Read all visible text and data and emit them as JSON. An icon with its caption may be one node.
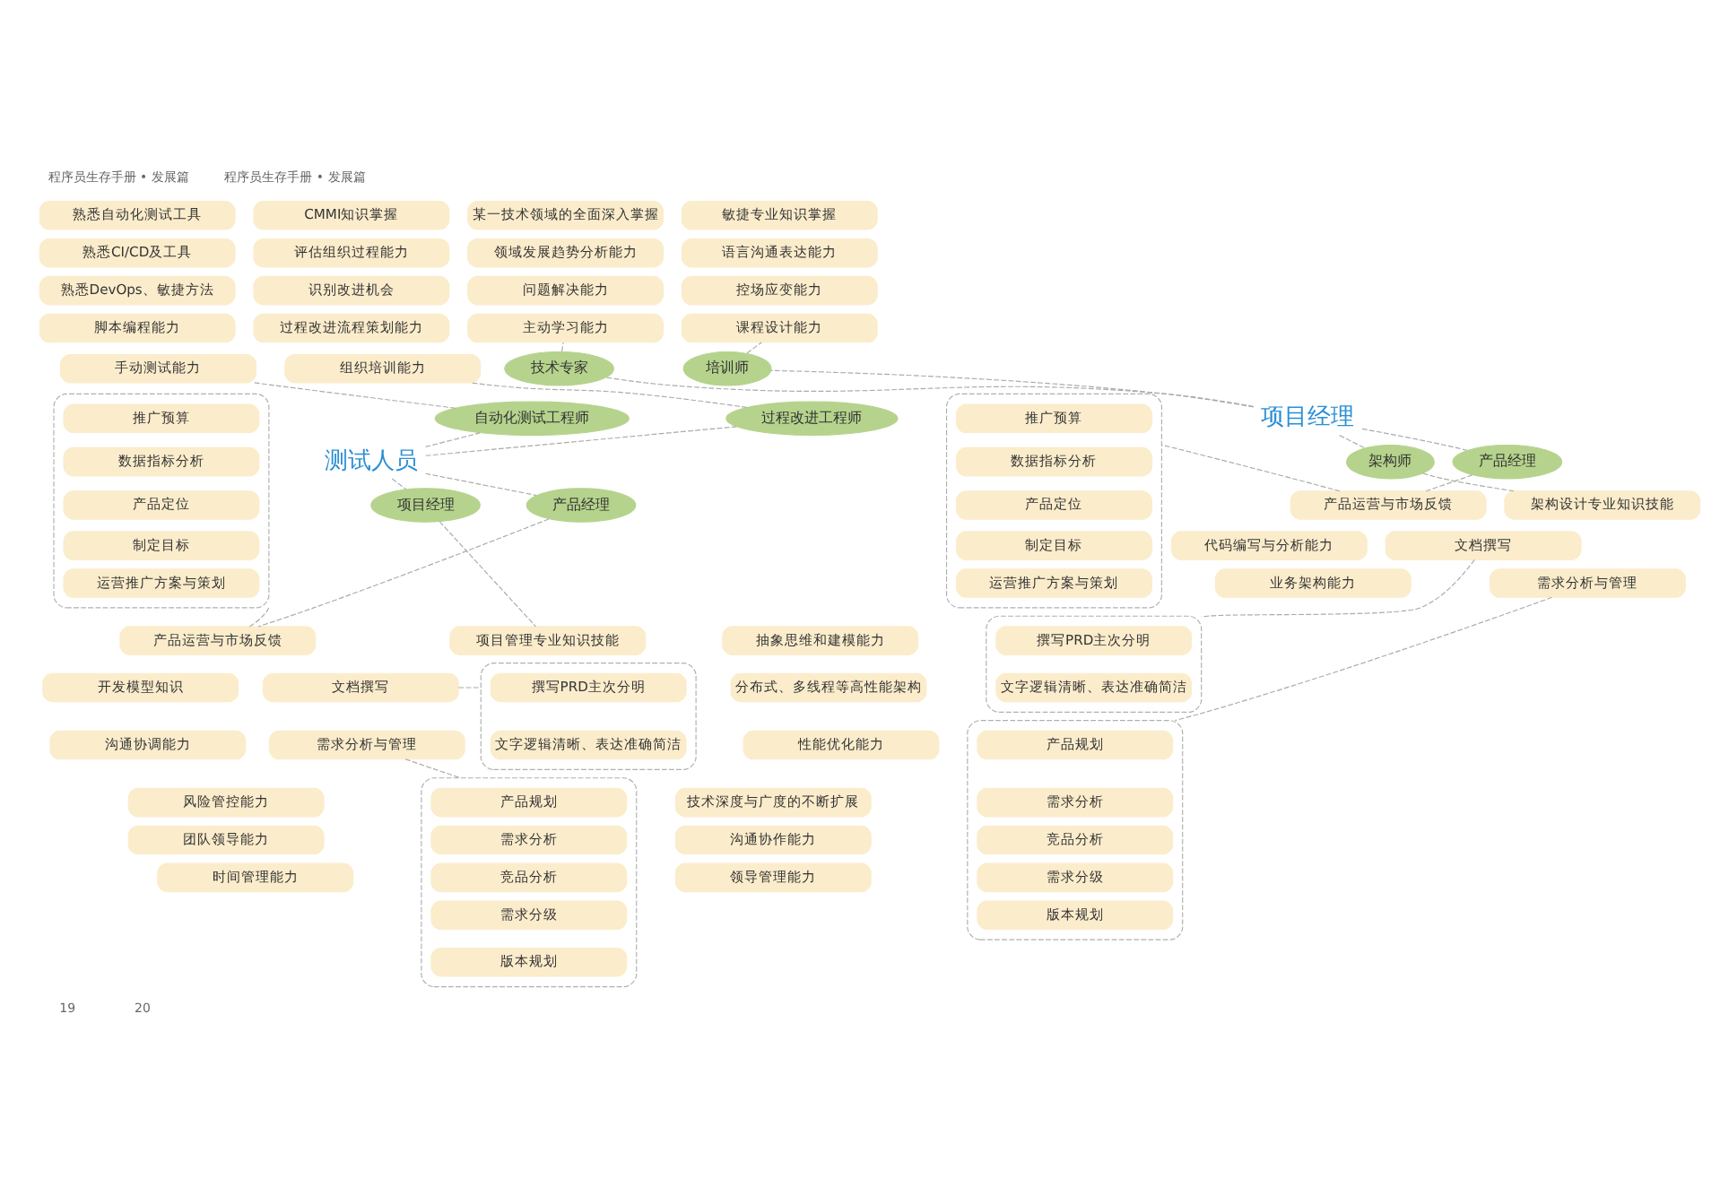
{
  "diagram": {
    "nodes": [
      {
        "text": [
          "测试人员"
        ]
      },
      {
        "text": [
          "自动化测试工程师"
        ]
      },
      {
        "text": [
          "熟悉自动化测试工具"
        ]
      },
      {
        "text": [
          "熟悉CI/CD及工具"
        ]
      },
      {
        "text": [
          "熟悉DevOps、敏捷方法"
        ]
      },
      {
        "text": [
          "脚本编程能力"
        ]
      },
      {
        "text": [
          "手动测试能力"
        ]
      },
      {
        "text": [
          "过程改进工程师"
        ]
      },
      {
        "text": [
          "CMMI知识掌握"
        ]
      },
      {
        "text": [
          "评估组织过程能力"
        ]
      },
      {
        "text": [
          "识别改进机会"
        ]
      },
      {
        "text": [
          "过程改进流程策划能力"
        ]
      },
      {
        "text": [
          "组织培训能力"
        ]
      },
      {
        "text": [
          "项目经理"
        ]
      },
      {
        "text": [
          "项目管理专业知识技能"
        ]
      },
      {
        "text": [
          "开发模型知识"
        ]
      },
      {
        "text": [
          "沟通协调能力"
        ]
      },
      {
        "text": [
          "风险管控能力"
        ]
      },
      {
        "text": [
          "团队领导能力"
        ]
      },
      {
        "text": [
          "时间管理能力"
        ]
      },
      {
        "text": [
          "产品经理"
        ]
      },
      {
        "text": [
          "产品运营与市场反馈"
        ]
      },
      {
        "text": [
          "文档撰写"
        ]
      },
      {
        "text": [
          "需求分析与管理"
        ]
      },
      {
        "text": [],
        "shape": "box"
      },
      {
        "text": [
          "推广预算"
        ],
        "in": 24
      },
      {
        "text": [
          "数据指标分析"
        ],
        "in": 24
      },
      {
        "text": [
          "产品定位"
        ],
        "in": 24
      },
      {
        "text": [
          "制定目标"
        ],
        "in": 24
      },
      {
        "text": [
          "运营推广方案与策划"
        ],
        "in": 24
      },
      {
        "text": [],
        "shape": "box"
      },
      {
        "text": [
          "撰写PRD主次分明"
        ],
        "in": 30
      },
      {
        "text": [
          "文字逻辑清晰、表达准确简洁"
        ],
        "in": 30
      },
      {
        "text": [],
        "shape": "box"
      },
      {
        "text": [
          "产品规划"
        ],
        "in": 33
      },
      {
        "text": [
          "需求分析"
        ],
        "in": 33
      },
      {
        "text": [
          "竞品分析"
        ],
        "in": 33
      },
      {
        "text": [
          "需求分级"
        ],
        "in": 33
      },
      {
        "text": [
          "版本规划"
        ],
        "in": 33
      },
      {
        "text": [
          "项目经理"
        ]
      },
      {
        "text": [
          "技术专家"
        ]
      },
      {
        "text": [
          "某一技术领域的全面深入掌握"
        ]
      },
      {
        "text": [
          "领域发展趋势分析能力"
        ]
      },
      {
        "text": [
          "问题解决能力"
        ]
      },
      {
        "text": [
          "主动学习能力"
        ]
      },
      {
        "text": [
          "培训师"
        ]
      },
      {
        "text": [
          "敏捷专业知识掌握"
        ]
      },
      {
        "text": [
          "语言沟通表达能力"
        ]
      },
      {
        "text": [
          "控场应变能力"
        ]
      },
      {
        "text": [
          "课程设计能力"
        ]
      },
      {
        "text": [
          "架构师"
        ]
      },
      {
        "text": [
          "架构设计专业知识技能"
        ]
      },
      {
        "text": [
          "代码编写与分析能力"
        ]
      },
      {
        "text": [
          "业务架构能力"
        ]
      },
      {
        "text": [
          "抽象思维和建模能力"
        ]
      },
      {
        "text": [
          "分布式、多线程等高性能架构"
        ]
      },
      {
        "text": [
          "性能优化能力"
        ]
      },
      {
        "text": [
          "技术深度与广度的不断扩展"
        ]
      },
      {
        "text": [
          "沟通协作能力"
        ]
      },
      {
        "text": [
          "领导管理能力"
        ]
      },
      {
        "text": [
          "产品经理"
        ]
      },
      {
        "text": [
          "产品运营与市场反馈"
        ]
      },
      {
        "text": [
          "文档撰写"
        ]
      },
      {
        "text": [
          "需求分析与管理"
        ]
      },
      {
        "text": [],
        "shape": "box"
      },
      {
        "text": [
          "推广预算"
        ],
        "in": 64
      },
      {
        "text": [
          "数据指标分析"
        ],
        "in": 64
      },
      {
        "text": [
          "产品定位"
        ],
        "in": 64
      },
      {
        "text": [
          "制定目标"
        ],
        "in": 64
      },
      {
        "text": [
          "运营推广方案与策划"
        ],
        "in": 64
      },
      {
        "text": [],
        "shape": "box"
      },
      {
        "text": [
          "撰写PRD主次分明"
        ],
        "in": 70
      },
      {
        "text": [
          "文字逻辑清晰、表达准确简洁"
        ],
        "in": 70
      },
      {
        "text": [],
        "shape": "box"
      },
      {
        "text": [
          "产品规划"
        ],
        "in": 73
      },
      {
        "text": [
          "需求分析"
        ],
        "in": 73
      },
      {
        "text": [
          "竞品分析"
        ],
        "in": 73
      },
      {
        "text": [
          "需求分级"
        ],
        "in": 73
      },
      {
        "text": [
          "版本规划"
        ],
        "in": 73
      }
    ],
    "edges": [
      {
        "from": 0,
        "to": 1,
        "arrow": "none",
        "style": "dashed"
      },
      {
        "from": 1,
        "to": 6,
        "arrow": "none",
        "style": "dashed"
      },
      {
        "from": 0,
        "to": 7,
        "arrow": "none",
        "style": "dashed"
      },
      {
        "from": 7,
        "to": 12,
        "arrow": "none",
        "style": "dashed"
      },
      {
        "from": 0,
        "to": 13,
        "arrow": "none",
        "style": "dashed"
      },
      {
        "from": 13,
        "to": 14,
        "arrow": "none",
        "style": "dashed"
      },
      {
        "from": 0,
        "to": 20,
        "arrow": "none",
        "style": "dashed"
      },
      {
        "from": 20,
        "to": 21,
        "arrow": "none",
        "style": "dashed"
      },
      {
        "from": 21,
        "to": 24,
        "arrow": "none",
        "style": "dashed"
      },
      {
        "from": 22,
        "to": 30,
        "arrow": "none",
        "style": "dashed"
      },
      {
        "from": 23,
        "to": 33,
        "arrow": "none",
        "style": "dashed"
      },
      {
        "from": 39,
        "to": 40,
        "arrow": "none",
        "style": "dashed"
      },
      {
        "from": 40,
        "to": 44,
        "arrow": "none",
        "style": "dashed"
      },
      {
        "from": 39,
        "to": 45,
        "arrow": "none",
        "style": "dashed"
      },
      {
        "from": 45,
        "to": 49,
        "arrow": "none",
        "style": "dashed"
      },
      {
        "from": 39,
        "to": 50,
        "arrow": "none",
        "style": "dashed"
      },
      {
        "from": 50,
        "to": 51,
        "arrow": "none",
        "style": "dashed"
      },
      {
        "from": 39,
        "to": 60,
        "arrow": "none",
        "style": "dashed"
      },
      {
        "from": 60,
        "to": 61,
        "arrow": "none",
        "style": "dashed"
      },
      {
        "from": 61,
        "to": 64,
        "arrow": "none",
        "style": "dashed"
      },
      {
        "from": 62,
        "to": 70,
        "arrow": "none",
        "style": "dashed"
      },
      {
        "from": 63,
        "to": 73,
        "arrow": "none",
        "style": "dashed"
      }
    ],
    "labels": [
      "程序员生存手册 • 发展篇",
      "程序员生存手册 • 发展篇",
      "19",
      "20"
    ]
  }
}
